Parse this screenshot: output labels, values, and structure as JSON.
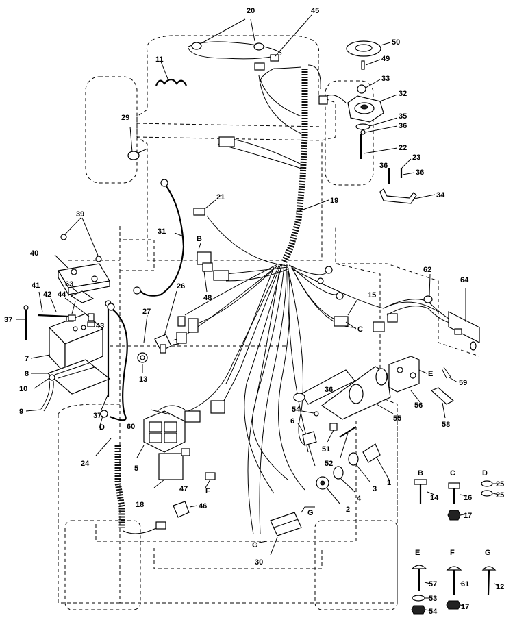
{
  "diagram": {
    "callouts": [
      {
        "id": "c20",
        "text": "20"
      },
      {
        "id": "c45",
        "text": "45"
      },
      {
        "id": "c50",
        "text": "50"
      },
      {
        "id": "c49",
        "text": "49"
      },
      {
        "id": "c11",
        "text": "11"
      },
      {
        "id": "c33",
        "text": "33"
      },
      {
        "id": "c32",
        "text": "32"
      },
      {
        "id": "c29",
        "text": "29"
      },
      {
        "id": "c35",
        "text": "35"
      },
      {
        "id": "c36a",
        "text": "36"
      },
      {
        "id": "c22",
        "text": "22"
      },
      {
        "id": "c36b",
        "text": "36"
      },
      {
        "id": "c23",
        "text": "23"
      },
      {
        "id": "c36c",
        "text": "36"
      },
      {
        "id": "c21",
        "text": "21"
      },
      {
        "id": "c34",
        "text": "34"
      },
      {
        "id": "c19",
        "text": "19"
      },
      {
        "id": "c39",
        "text": "39"
      },
      {
        "id": "c31",
        "text": "31"
      },
      {
        "id": "cB1",
        "text": "B"
      },
      {
        "id": "c40",
        "text": "40"
      },
      {
        "id": "c48",
        "text": "48"
      },
      {
        "id": "c62",
        "text": "62"
      },
      {
        "id": "c64",
        "text": "64"
      },
      {
        "id": "c41",
        "text": "41"
      },
      {
        "id": "c63",
        "text": "63"
      },
      {
        "id": "c42",
        "text": "42"
      },
      {
        "id": "c44",
        "text": "44"
      },
      {
        "id": "c26",
        "text": "26"
      },
      {
        "id": "c15",
        "text": "15"
      },
      {
        "id": "c37a",
        "text": "37"
      },
      {
        "id": "c27",
        "text": "27"
      },
      {
        "id": "c43",
        "text": "43"
      },
      {
        "id": "cC1",
        "text": "C"
      },
      {
        "id": "c7",
        "text": "7"
      },
      {
        "id": "c13",
        "text": "13"
      },
      {
        "id": "c8",
        "text": "8"
      },
      {
        "id": "cE1",
        "text": "E"
      },
      {
        "id": "c59",
        "text": "59"
      },
      {
        "id": "c10",
        "text": "10"
      },
      {
        "id": "c36d",
        "text": "36"
      },
      {
        "id": "c56",
        "text": "56"
      },
      {
        "id": "c9",
        "text": "9"
      },
      {
        "id": "c37b",
        "text": "37"
      },
      {
        "id": "c54a",
        "text": "54"
      },
      {
        "id": "c55",
        "text": "55"
      },
      {
        "id": "c58",
        "text": "58"
      },
      {
        "id": "cD1",
        "text": "D"
      },
      {
        "id": "c60",
        "text": "60"
      },
      {
        "id": "c6",
        "text": "6"
      },
      {
        "id": "c24",
        "text": "24"
      },
      {
        "id": "c51",
        "text": "51"
      },
      {
        "id": "c5",
        "text": "5"
      },
      {
        "id": "c52",
        "text": "52"
      },
      {
        "id": "c1",
        "text": "1"
      },
      {
        "id": "c3",
        "text": "3"
      },
      {
        "id": "c4",
        "text": "4"
      },
      {
        "id": "c47",
        "text": "47"
      },
      {
        "id": "cF1",
        "text": "F"
      },
      {
        "id": "c18",
        "text": "18"
      },
      {
        "id": "c2",
        "text": "2"
      },
      {
        "id": "c46",
        "text": "46"
      },
      {
        "id": "cG1",
        "text": "G"
      },
      {
        "id": "cG2",
        "text": "G"
      },
      {
        "id": "c30",
        "text": "30"
      }
    ],
    "hardware_legend": [
      {
        "letter": "B",
        "parts": [
          "14"
        ]
      },
      {
        "letter": "C",
        "parts": [
          "16",
          "17"
        ]
      },
      {
        "letter": "D",
        "parts": [
          "25",
          "25"
        ]
      },
      {
        "letter": "E",
        "parts": [
          "57",
          "53",
          "54"
        ]
      },
      {
        "letter": "F",
        "parts": [
          "61",
          "17"
        ]
      },
      {
        "letter": "G",
        "parts": [
          "12"
        ]
      }
    ]
  }
}
